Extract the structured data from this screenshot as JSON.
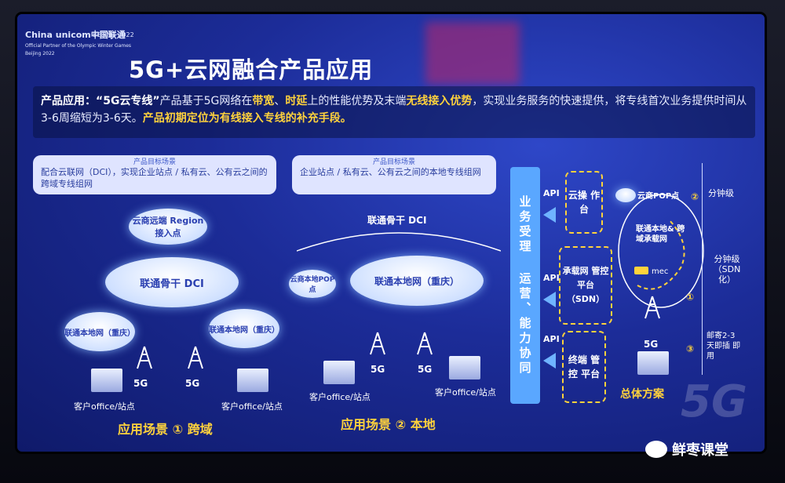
{
  "branding": {
    "unicom_logo_text": "China unicom中国联通",
    "olympic_text": "BEIJING 2022",
    "partner_line": "Official Partner of the Olympic Winter Games Beijing 2022"
  },
  "title": "5G+云网融合产品应用",
  "intro": {
    "label": "产品应用：",
    "product": "“5G云专线”",
    "t1": "产品基于5G网络在",
    "h1": "带宽",
    "t2": "、",
    "h2": "时延",
    "t3": "上的性能优势及末端",
    "h3": "无线接入优势",
    "t4": "，实现业务服务的快速提供，将专线首次业务提供时间从3-6周缩短为3-6天。",
    "h4": "产品初期定位为有线接入专线的补充手段。"
  },
  "scenario1": {
    "box_title": "产品目标场景",
    "box_text": "配合云联网（DCI），实现企业站点 / 私有云、公有云之间的跨域专线组网",
    "cloud_top": "云商远端 Region接入点",
    "cloud_main": "联通骨干 DCI",
    "cloud_left": "联通本地网（重庆）",
    "cloud_right": "联通本地网（重庆）",
    "label_5g_a": "5G",
    "label_5g_b": "5G",
    "office_a": "客户office/站点",
    "office_b": "客户office/站点",
    "caption": "应用场景 ① 跨域"
  },
  "scenario2": {
    "box_title": "产品目标场景",
    "box_text": "企业站点 / 私有云、公有云之间的本地专线组网",
    "backbone": "联通骨干 DCI",
    "pop": "云商本地POP点",
    "cloud_main": "联通本地网（重庆）",
    "label_5g_a": "5G",
    "label_5g_b": "5G",
    "office_a": "客户office/站点",
    "office_b": "客户office/站点",
    "caption": "应用场景 ② 本地"
  },
  "overall": {
    "vertical_bar": "业务受理 运营、能力协同",
    "api_labels": [
      "API",
      "API",
      "API"
    ],
    "box1": "云操 作台",
    "box2": "承载网 管控平台 （SDN）",
    "box3": "终端 管控 平台",
    "pop": "云商POP点",
    "cross": "联通本地& 跨域承载网",
    "mec": "mec",
    "label_5g": "5G",
    "n1": "①",
    "n2": "②",
    "n3": "③",
    "t_min1": "分钟级",
    "t_min2": "分钟级 （SDN化）",
    "t_mail": "邮寄2-3 天即插 即用",
    "caption": "总体方案"
  },
  "watermark": "鲜枣课堂",
  "colors": {
    "accent": "#ffd23c",
    "screen": "#1c2c98",
    "bar": "#5aa7ff"
  }
}
